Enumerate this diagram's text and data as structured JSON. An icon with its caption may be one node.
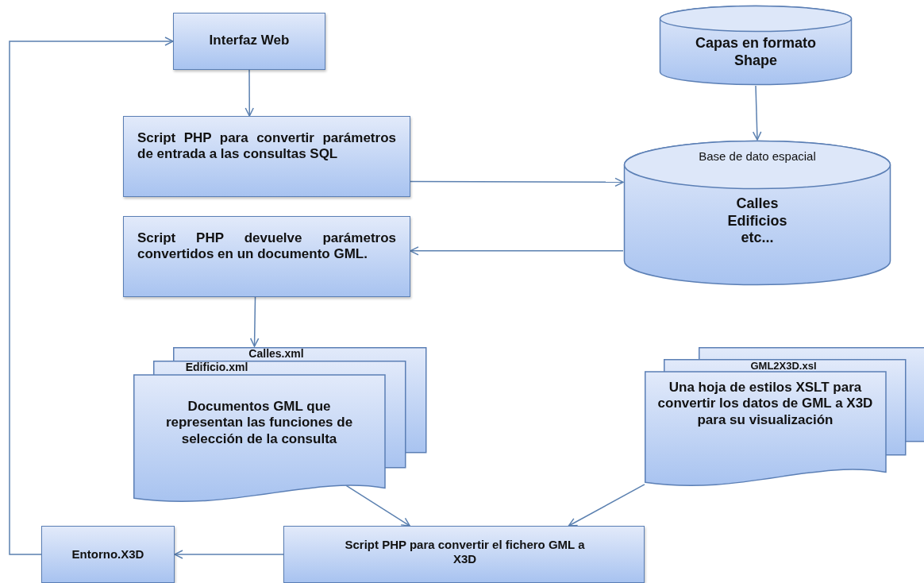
{
  "diagram": {
    "nodes": [
      {
        "text": [
          "Interfaz Web"
        ]
      },
      {
        "text": [
          "Capas en formato Shape"
        ]
      },
      {
        "text": [
          "Script PHP para convertir parámetros de entrada a las consultas SQL"
        ]
      },
      {
        "text": [
          "Base de dato espacial",
          "Calles Edificios etc..."
        ]
      },
      {
        "text": [
          "Script PHP devuelve parámetros convertidos en un documento GML."
        ]
      },
      {
        "text": [
          "Calles.xml",
          "Edificio.xml",
          "Documentos GML que representan las funciones de selección de la consulta"
        ]
      },
      {
        "text": [
          "GML2X3D.xsl",
          "Una hoja de estilos XSLT para convertir los datos de GML a X3D para su visualización"
        ]
      },
      {
        "text": [
          "Entorno.X3D"
        ]
      },
      {
        "text": [
          "Script PHP para convertir el fichero GML a X3D"
        ]
      }
    ],
    "edges": [
      {
        "from": 0,
        "to": 2,
        "arrow": "to"
      },
      {
        "from": 1,
        "to": 3,
        "arrow": "to"
      },
      {
        "from": 2,
        "to": 3,
        "arrow": "to"
      },
      {
        "from": 3,
        "to": 4,
        "arrow": "to"
      },
      {
        "from": 4,
        "to": 5,
        "arrow": "to"
      },
      {
        "from": 5,
        "to": 8,
        "arrow": "to"
      },
      {
        "from": 6,
        "to": 8,
        "arrow": "to"
      },
      {
        "from": 8,
        "to": 7,
        "arrow": "to"
      },
      {
        "from": 7,
        "to": 0,
        "arrow": "to"
      }
    ]
  }
}
